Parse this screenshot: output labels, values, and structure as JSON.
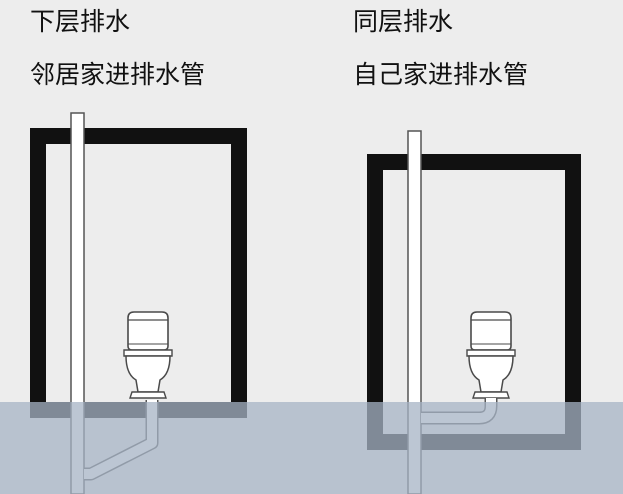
{
  "left_panel": {
    "title": "下层排水",
    "subtitle": "邻居家进排水管"
  },
  "right_panel": {
    "title": "同层排水",
    "subtitle": "自己家进排水管"
  },
  "colors": {
    "background": "#ededed",
    "wall": "#111111",
    "floor_slab": "#aeb9c7",
    "pipe_stroke": "#555555",
    "pipe_fill": "#ffffff",
    "toilet_fill": "#ffffff",
    "toilet_stroke": "#4a4a4a"
  },
  "icons": [
    "toilet-icon",
    "drain-pipe-icon"
  ]
}
